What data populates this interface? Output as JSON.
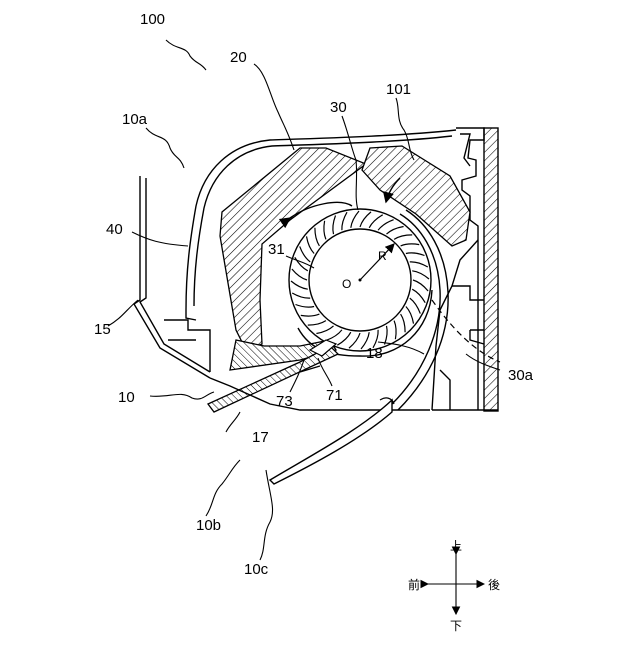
{
  "figure": {
    "labels": {
      "unit": "100",
      "body_front": "10a",
      "cross_fan": "30",
      "frame": "20",
      "rear": "101",
      "grille": "40",
      "fan_blades": "31",
      "radius": "R",
      "center": "O",
      "front_edge": "15",
      "tongue": "18",
      "rear_wall": "30a",
      "base": "10",
      "part_73": "73",
      "part_71": "71",
      "lower_flap": "17",
      "outlet_front": "10b",
      "outlet_rear": "10c"
    },
    "directions": {
      "up": "上",
      "down": "下",
      "front": "前",
      "back": "後"
    }
  }
}
